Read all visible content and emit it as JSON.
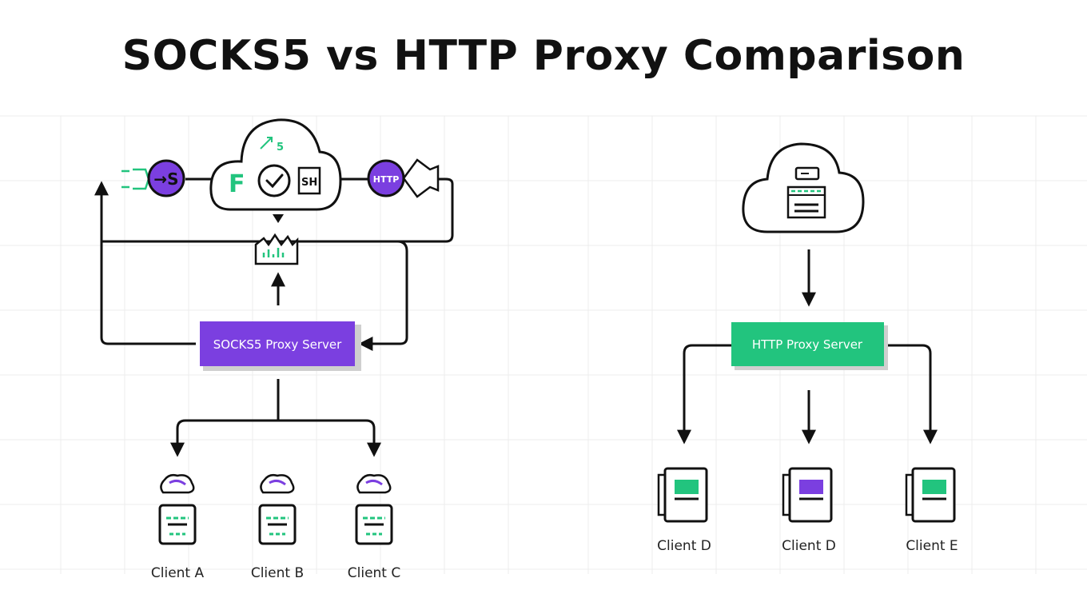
{
  "title": "SOCKS5 vs HTTP Proxy Comparison",
  "colors": {
    "socks_purple": "#7b3fe0",
    "http_green": "#22c47e",
    "line": "#111111",
    "grid": "#ececec"
  },
  "socks": {
    "server_label": "SOCKS5 Proxy Server",
    "cloud_badges": [
      "F",
      "SH"
    ],
    "left_badge": "→S",
    "right_badge": "HTTP",
    "clients": [
      "Client A",
      "Client B",
      "Client C"
    ]
  },
  "http": {
    "server_label": "HTTP Proxy Server",
    "clients": [
      "Client D",
      "Client D",
      "Client E"
    ]
  }
}
